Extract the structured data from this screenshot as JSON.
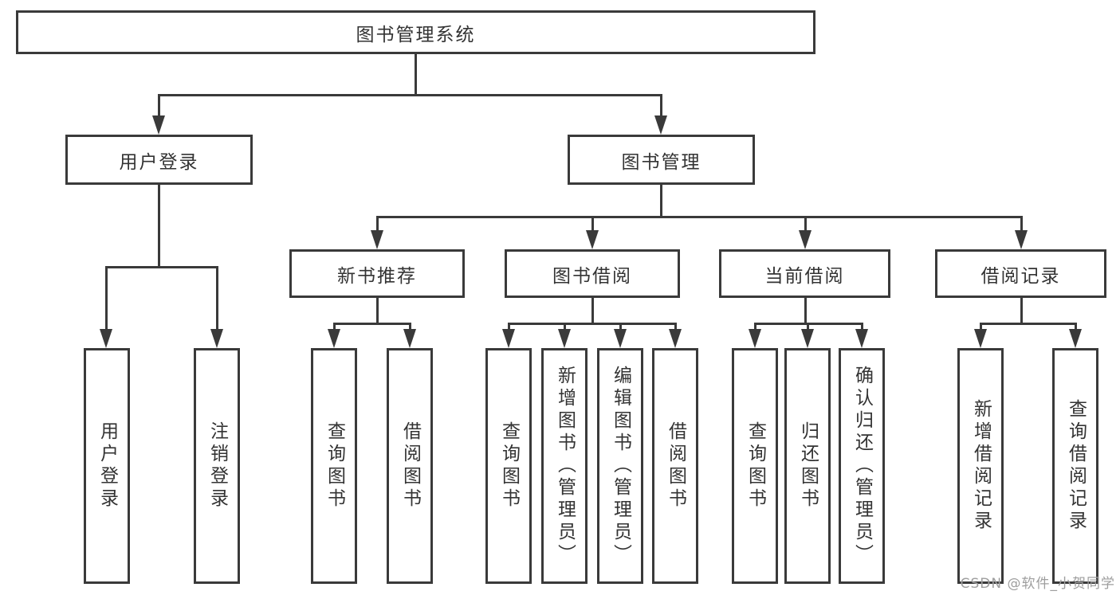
{
  "diagram": {
    "title": "图书管理系统",
    "branches": {
      "user_login": {
        "label": "用户登录",
        "children": [
          "用户登录",
          "注销登录"
        ]
      },
      "book_mgmt": {
        "label": "图书管理",
        "sections": {
          "new_books": {
            "label": "新书推荐",
            "children": [
              "查询图书",
              "借阅图书"
            ]
          },
          "borrow": {
            "label": "图书借阅",
            "children": [
              "查询图书",
              "新增图书（管理员）",
              "编辑图书（管理员）",
              "借阅图书"
            ]
          },
          "current": {
            "label": "当前借阅",
            "children": [
              "查询图书",
              "归还图书",
              "确认归还（管理员）"
            ]
          },
          "records": {
            "label": "借阅记录",
            "children": [
              "新增借阅记录",
              "查询借阅记录"
            ]
          }
        }
      }
    }
  },
  "watermark": {
    "text": "CSDN @软件_小贺同学"
  },
  "colors": {
    "line": "#3a3a3a",
    "text": "#333333",
    "background": "#ffffff",
    "watermark": "#9e9e9e"
  }
}
